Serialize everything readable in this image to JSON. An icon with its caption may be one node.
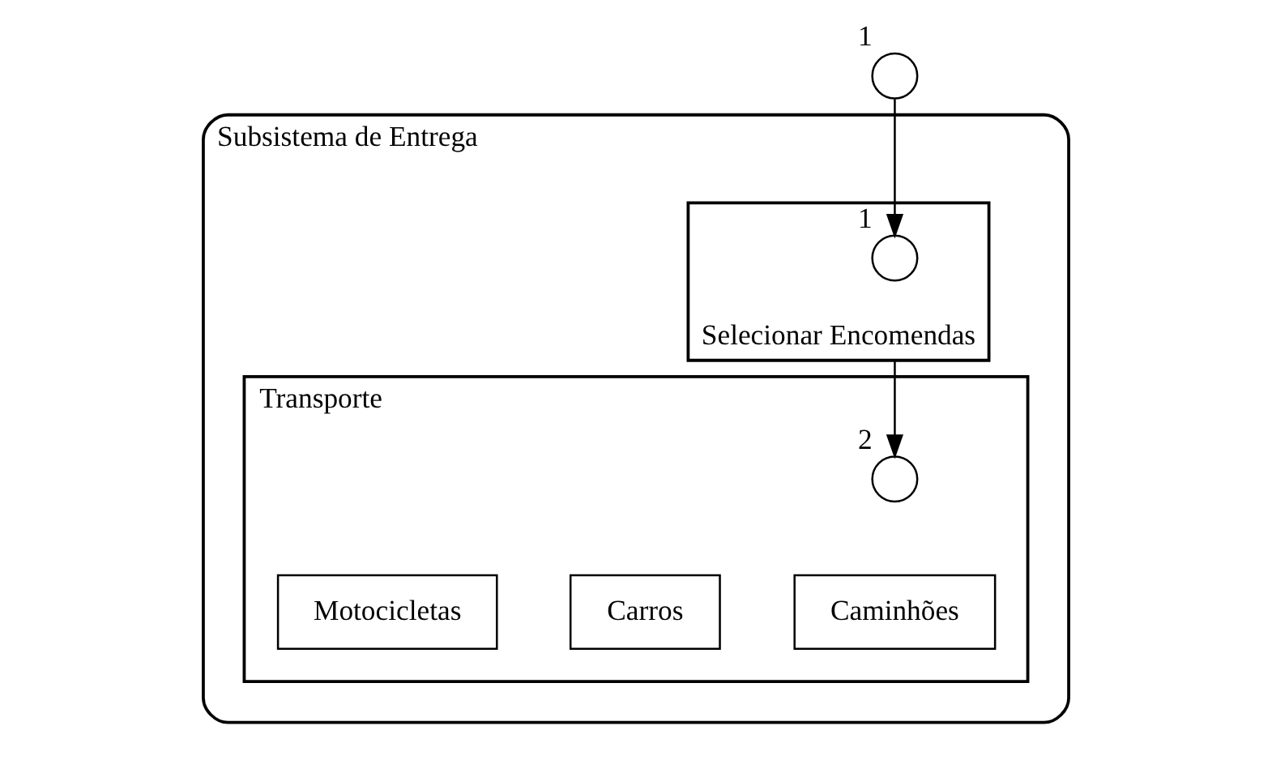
{
  "diagram": {
    "nodes": [
      {
        "text": [
          "Subsistema de Entrega"
        ]
      },
      {
        "text": [],
        "shape": "semicircle",
        "beside": [
          "1"
        ]
      },
      {
        "text": [
          "Selecionar Encomendas"
        ],
        "in": 0
      },
      {
        "text": [],
        "shape": "semicircle",
        "beside": [
          "1"
        ],
        "in": 2
      },
      {
        "text": [
          "Transporte"
        ],
        "in": 0
      },
      {
        "text": [],
        "shape": "semicircle",
        "beside": [
          "2"
        ],
        "in": 4
      },
      {
        "text": [
          "Carros"
        ],
        "in": 4
      },
      {
        "text": [
          "Caminhões"
        ],
        "in": 4
      },
      {
        "text": [
          "Motocicletas"
        ],
        "in": 4
      }
    ],
    "edges": [
      {
        "from": 1,
        "to": 3,
        "arrow": "to"
      },
      {
        "from": 2,
        "to": 5,
        "arrow": "to"
      }
    ]
  }
}
